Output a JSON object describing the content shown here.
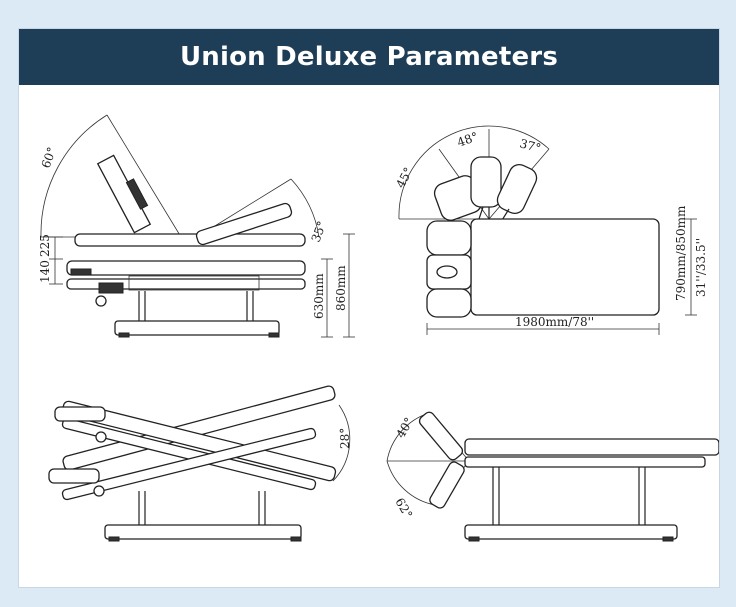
{
  "header": {
    "title": "Union Deluxe Parameters"
  },
  "colors": {
    "banner": "#1e3e57",
    "background": "#dceaf6",
    "line": "#222222"
  },
  "views": {
    "side_tilt": {
      "back_angle": "60°",
      "leg_angle": "35°",
      "dim_upper": "225",
      "dim_lower": "140",
      "height_min": "630mm",
      "height_max": "860mm"
    },
    "top": {
      "head_left": "45°",
      "head_mid": "48°",
      "head_right": "37°",
      "length": "1980mm/78''",
      "width_mm": "790mm/850mm",
      "width_in": "31''/33.5''"
    },
    "side_trendelenburg": {
      "angle": "28°"
    },
    "side_head": {
      "up_angle": "40°",
      "down_angle": "62°"
    }
  }
}
